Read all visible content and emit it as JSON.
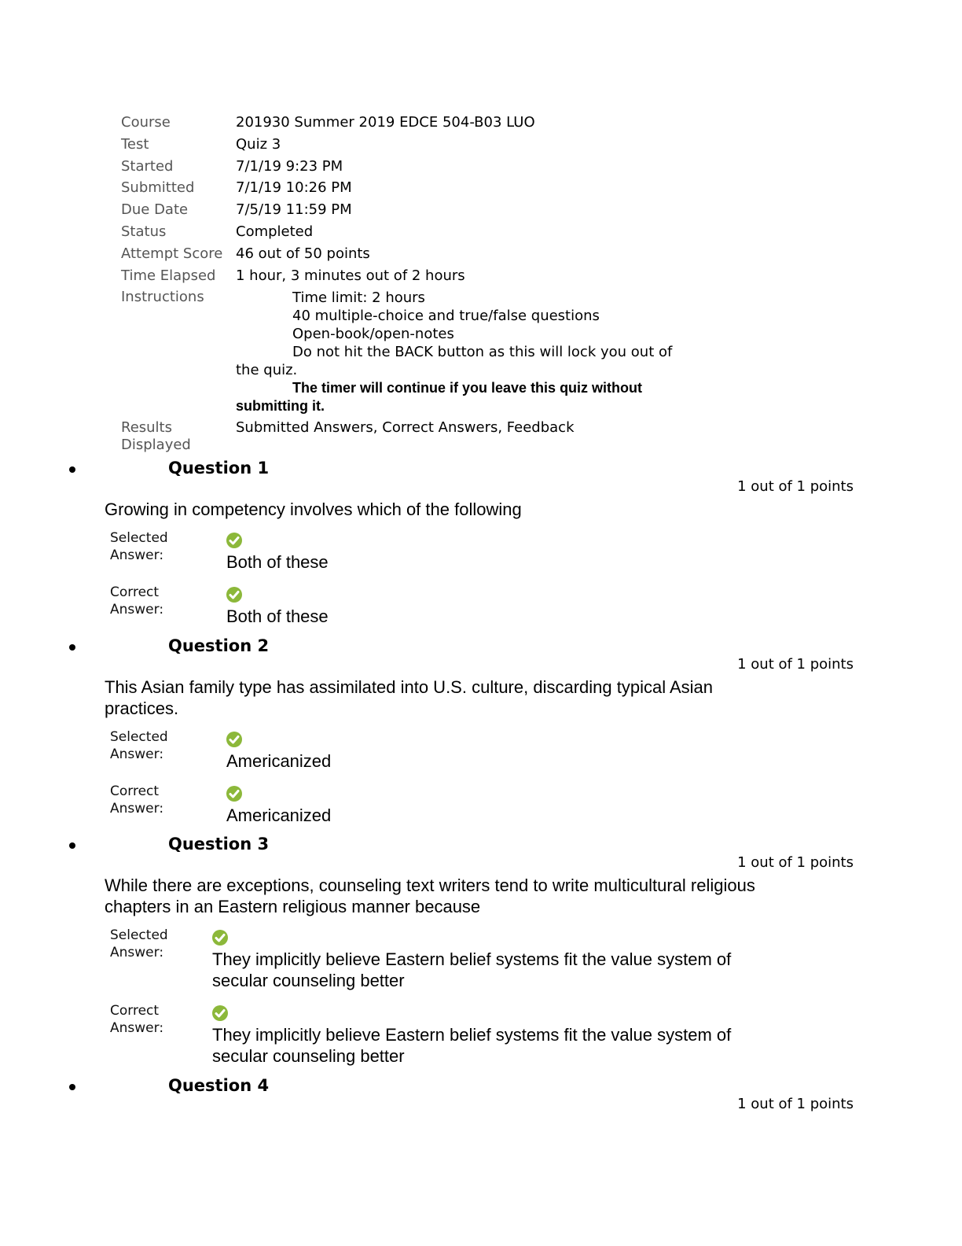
{
  "summary": {
    "course_label": "Course",
    "course_value": "201930 Summer 2019 EDCE 504-B03 LUO",
    "test_label": "Test",
    "test_value": "Quiz 3",
    "started_label": "Started",
    "started_value": "7/1/19 9:23 PM",
    "submitted_label": "Submitted",
    "submitted_value": "7/1/19 10:26 PM",
    "due_label": "Due Date",
    "due_value": "7/5/19 11:59 PM",
    "status_label": "Status",
    "status_value": "Completed",
    "score_label": "Attempt Score",
    "score_value": "46 out of 50 points",
    "elapsed_label": "Time Elapsed",
    "elapsed_value": "1 hour, 3 minutes out of 2 hours",
    "instructions_label": "Instructions",
    "instructions": {
      "line1": "Time limit: 2 hours",
      "line2": "40 multiple-choice and true/false questions",
      "line3": "Open-book/open-notes",
      "line4a": "Do not hit the BACK button as this will lock you out of",
      "line4b": "the quiz.",
      "bold_a": "The timer will continue if you leave this quiz without",
      "bold_b": "submitting it."
    },
    "results_label_a": "Results",
    "results_label_b": "Displayed",
    "results_value": "Submitted Answers, Correct Answers, Feedback"
  },
  "questions": [
    {
      "title": "Question 1",
      "points": "1 out of 1 points",
      "text": "Growing in competency involves which of the following",
      "selected_label_a": "Selected",
      "selected_label_b": "Answer:",
      "selected_answer": "Both of these",
      "correct_label_a": "Correct",
      "correct_label_b": "Answer:",
      "correct_answer": "Both of these"
    },
    {
      "title": "Question 2",
      "points": "1 out of 1 points",
      "text_a": "This Asian family type has assimilated into U.S. culture, discarding typical Asian",
      "text_b": "practices.",
      "selected_label_a": "Selected",
      "selected_label_b": "Answer:",
      "selected_answer": "Americanized",
      "correct_label_a": "Correct",
      "correct_label_b": "Answer:",
      "correct_answer": "Americanized"
    },
    {
      "title": "Question 3",
      "points": "1 out of 1 points",
      "text_a": "While there are exceptions, counseling text writers tend to write multicultural religious",
      "text_b": "chapters in an Eastern religious manner because",
      "selected_label_a": "Selected",
      "selected_label_b": "Answer:",
      "selected_answer_a": "They implicitly believe Eastern belief systems fit the value system of",
      "selected_answer_b": "secular counseling better",
      "correct_label_a": "Correct",
      "correct_label_b": "Answer:",
      "correct_answer_a": "They implicitly believe Eastern belief systems fit the value system of",
      "correct_answer_b": "secular counseling better"
    },
    {
      "title": "Question 4",
      "points": "1 out of 1 points"
    }
  ],
  "icons": {
    "correct": "check-circle-icon",
    "correct_color": "#8cb83a"
  }
}
